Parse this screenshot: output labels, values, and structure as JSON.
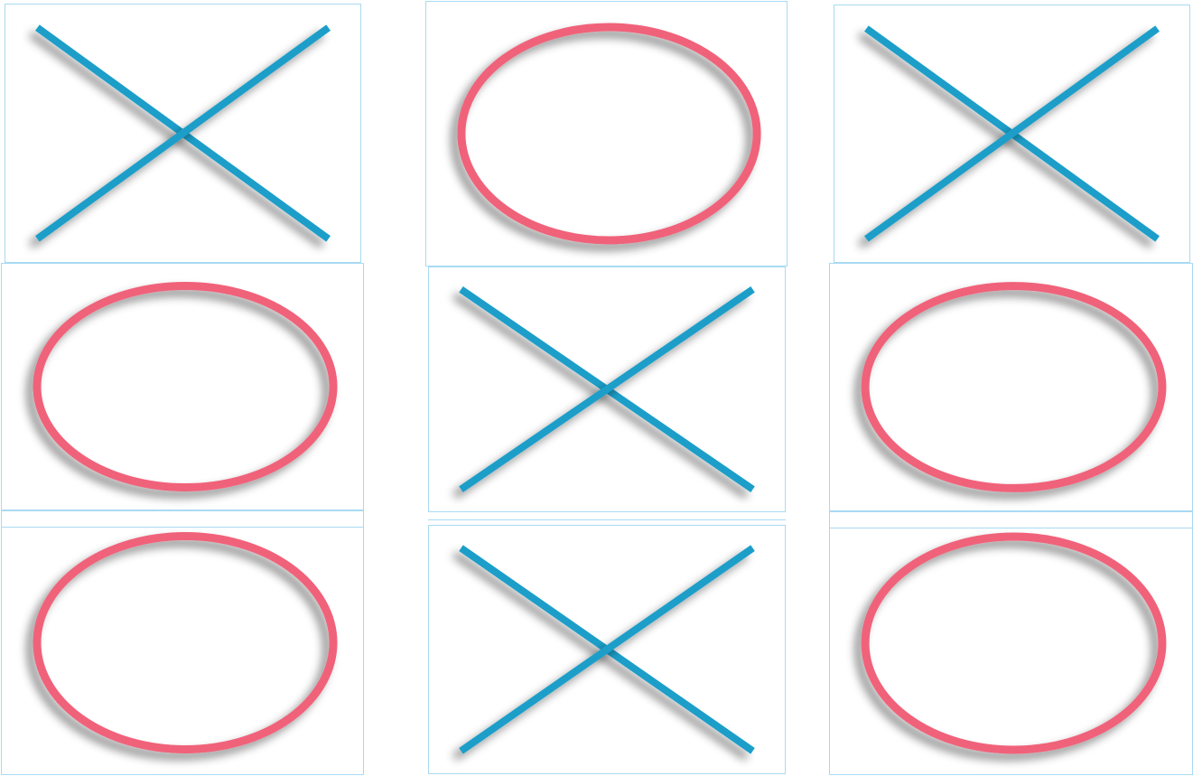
{
  "board": {
    "cells": [
      {
        "mark": "X"
      },
      {
        "mark": "O"
      },
      {
        "mark": "X"
      },
      {
        "mark": "O"
      },
      {
        "mark": "X"
      },
      {
        "mark": "O"
      },
      {
        "mark": "O"
      },
      {
        "mark": "X"
      },
      {
        "mark": "O"
      }
    ]
  },
  "colors": {
    "x_mark": "#1a9ec9",
    "o_mark": "#f0627a",
    "cell_border": "#a9daf2",
    "shadow": "#000000"
  },
  "icons": {
    "X": "x-mark-icon",
    "O": "o-mark-icon"
  }
}
